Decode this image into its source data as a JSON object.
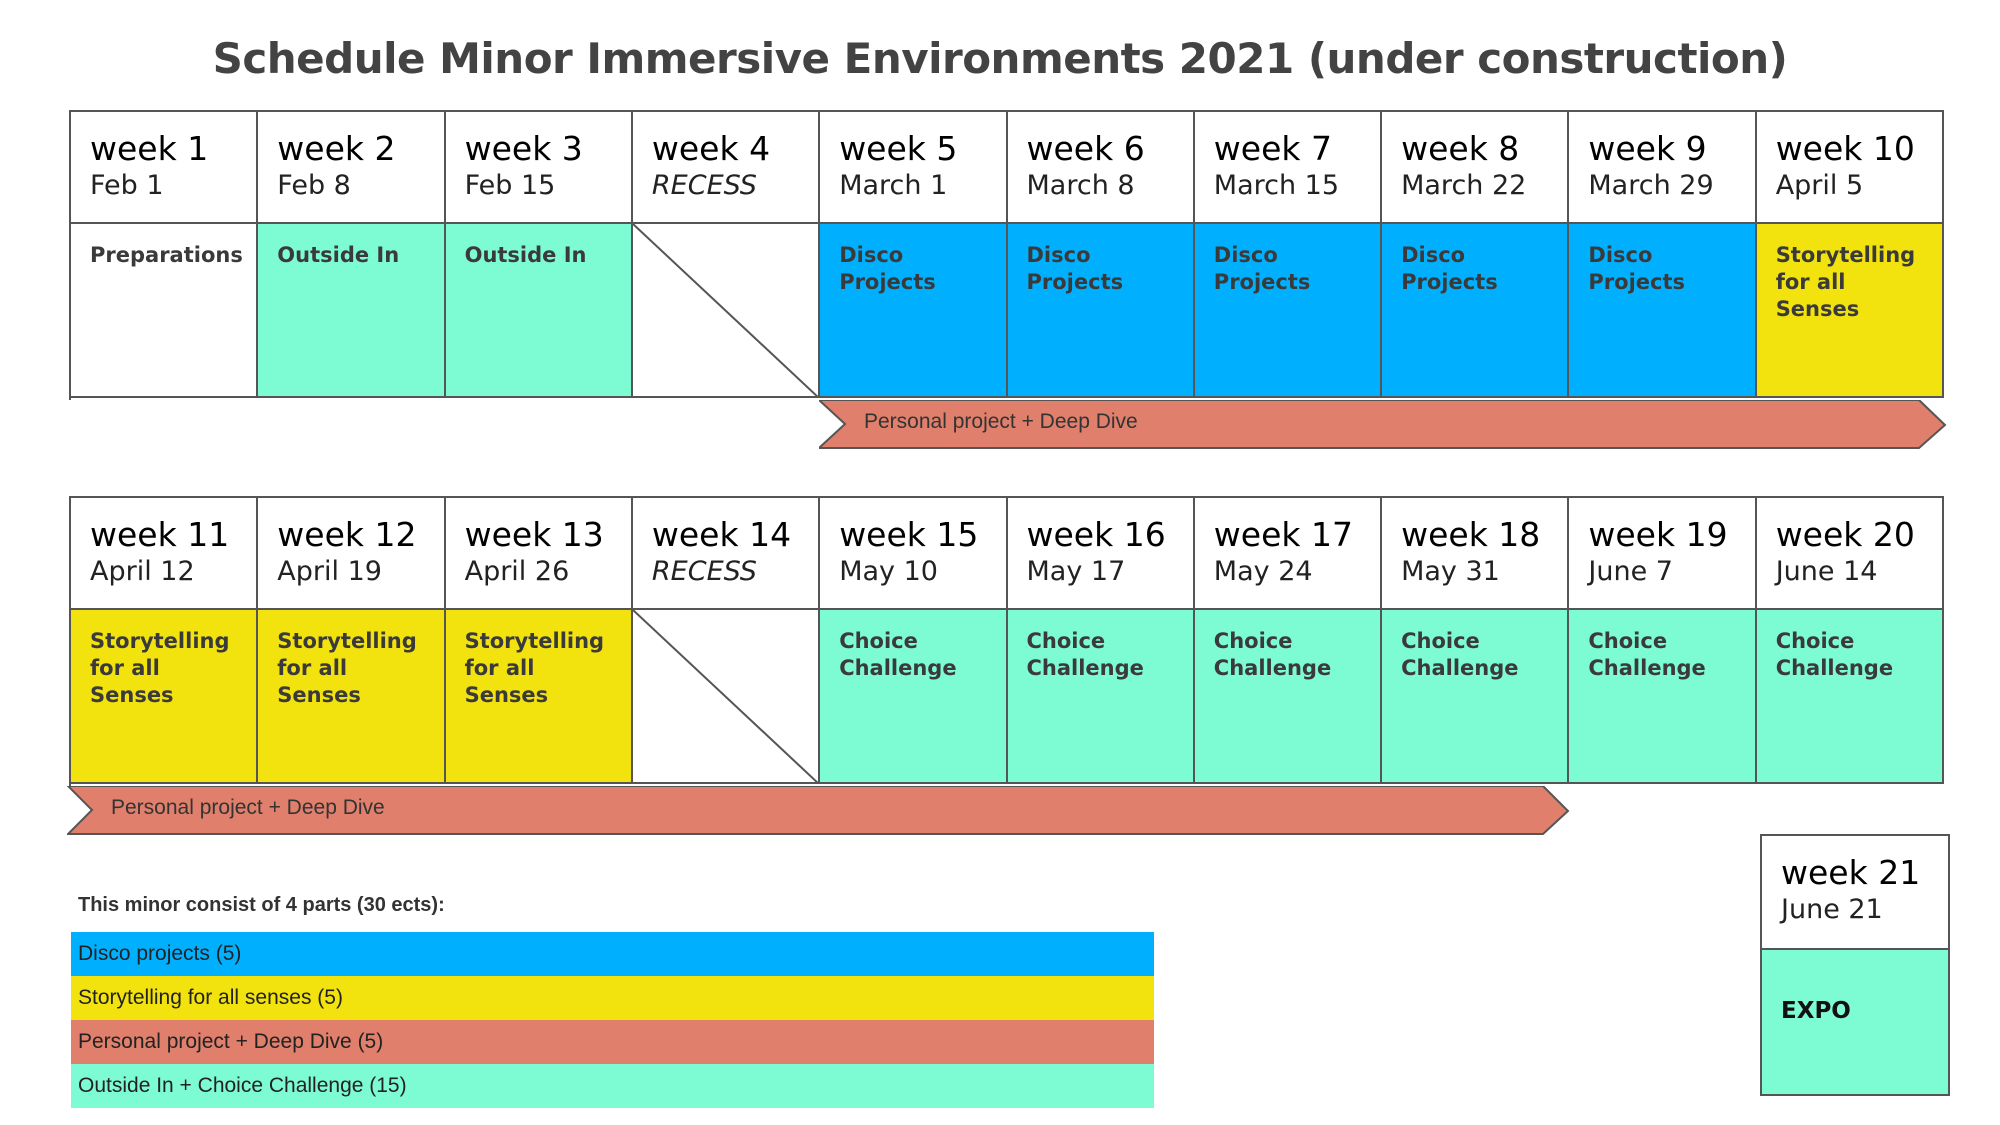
{
  "title": "Schedule Minor Immersive Environments 2021 (under construction)",
  "colors": {
    "disco": "#00b0ff",
    "storytelling": "#f2e20d",
    "personal": "#e07f6c",
    "outside_choice": "#7dfbd3",
    "white": "#ffffff"
  },
  "row1": [
    {
      "week": "week 1",
      "date": "Feb 1",
      "activity": "Preparations",
      "color": "#ffffff"
    },
    {
      "week": "week 2",
      "date": "Feb 8",
      "activity": "Outside In",
      "color": "#7dfbd3"
    },
    {
      "week": "week 3",
      "date": "Feb 15",
      "activity": "Outside In",
      "color": "#7dfbd3"
    },
    {
      "week": "week 4",
      "date": "RECESS",
      "activity": "",
      "color": "#ffffff",
      "recess": true
    },
    {
      "week": "week 5",
      "date": "March 1",
      "activity": "Disco\nProjects",
      "color": "#00b0ff"
    },
    {
      "week": "week 6",
      "date": "March 8",
      "activity": "Disco\nProjects",
      "color": "#00b0ff"
    },
    {
      "week": "week 7",
      "date": "March 15",
      "activity": "Disco\nProjects",
      "color": "#00b0ff"
    },
    {
      "week": "week 8",
      "date": "March 22",
      "activity": "Disco\nProjects",
      "color": "#00b0ff"
    },
    {
      "week": "week 9",
      "date": "March 29",
      "activity": "Disco\nProjects",
      "color": "#00b0ff"
    },
    {
      "week": "week 10",
      "date": "April 5",
      "activity": "Storytelling\nfor all Senses",
      "color": "#f2e20d"
    }
  ],
  "row2": [
    {
      "week": "week 11",
      "date": "April 12",
      "activity": "Storytelling\nfor all Senses",
      "color": "#f2e20d"
    },
    {
      "week": "week 12",
      "date": "April 19",
      "activity": "Storytelling\nfor all Senses",
      "color": "#f2e20d"
    },
    {
      "week": "week 13",
      "date": "April 26",
      "activity": "Storytelling\nfor all Senses",
      "color": "#f2e20d"
    },
    {
      "week": "week 14",
      "date": "RECESS",
      "activity": "",
      "color": "#ffffff",
      "recess": true
    },
    {
      "week": "week 15",
      "date": "May 10",
      "activity": "Choice\nChallenge",
      "color": "#7dfbd3"
    },
    {
      "week": "week 16",
      "date": "May 17",
      "activity": "Choice\nChallenge",
      "color": "#7dfbd3"
    },
    {
      "week": "week 17",
      "date": "May 24",
      "activity": "Choice\nChallenge",
      "color": "#7dfbd3"
    },
    {
      "week": "week 18",
      "date": "May 31",
      "activity": "Choice\nChallenge",
      "color": "#7dfbd3"
    },
    {
      "week": "week 19",
      "date": "June 7",
      "activity": "Choice\nChallenge",
      "color": "#7dfbd3"
    },
    {
      "week": "week 20",
      "date": "June 14",
      "activity": "Choice\nChallenge",
      "color": "#7dfbd3"
    }
  ],
  "arrow1_label": "Personal project + Deep Dive",
  "arrow2_label": "Personal project + Deep Dive",
  "week21": {
    "week": "week 21",
    "date": "June 21",
    "activity": "EXPO",
    "color": "#7dfbd3"
  },
  "legend": {
    "title": "This minor consist of 4 parts (30 ects):",
    "items": [
      {
        "label": "Disco projects (5)",
        "color": "#00b0ff"
      },
      {
        "label": "Storytelling for all senses (5)",
        "color": "#f2e20d"
      },
      {
        "label": "Personal project + Deep Dive (5)",
        "color": "#e07f6c"
      },
      {
        "label": "Outside In + Choice Challenge (15)",
        "color": "#7dfbd3"
      }
    ]
  }
}
